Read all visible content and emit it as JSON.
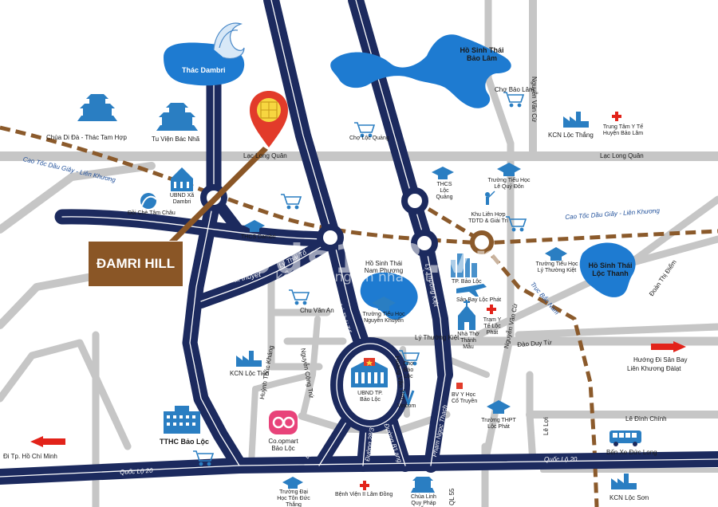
{
  "project": {
    "name": "ĐAMRI HILL"
  },
  "watermark": {
    "main": "bds123.vn",
    "sub": "kênh thông tin nhà đất"
  },
  "waterfall": {
    "name": "Thác Dambri"
  },
  "lakes": {
    "bao_lam": "Hồ Sinh Thái Bảo Lâm",
    "nam_phuong": "Hồ Sinh Thái Nam Phương",
    "loc_thanh": "Hồ Sinh Thái Lộc Thanh"
  },
  "roads": {
    "lac_long_quan_left": "Lạc Long Quân",
    "lac_long_quan_right": "Lạc Long Quân",
    "highway_left": "Cao Tốc Dầu Giây - Liên Khương",
    "highway_right": "Cao Tốc Dầu Giây - Liên Khương",
    "tan_da": "Tản Đà",
    "ton_that_thuyet": "Tôn Thất thuyết",
    "ly_thai_to": "Lý Thái Tổ",
    "ly_thai_to_2": "Lý Thái Tổ",
    "ly_thuong_kiet_v": "Lý Thường Kiệt",
    "ly_thuong_kiet_h": "Lý Thường Kiệt",
    "chu_van_an": "Chu Văn An",
    "nguyen_cong_tru": "Nguyễn Công Trứ",
    "hoang_van_thu": "Hoàng Văn Thụ",
    "huynh_thuc_khang": "Huỳnh Thúc Kháng",
    "ly_tu_trong": "Lý Tự Trọng",
    "duong_28_3": "Đường 28/3",
    "duong_blang": "Đường B'Lang",
    "pham_ngoc_thach": "Phạm Ngọc Thạch",
    "quoc_lo_20_left": "Quốc Lộ 20",
    "quoc_lo_20_right": "Quốc Lộ 20",
    "ql_55": "QL 55",
    "nguyen_van_cu_top": "Nguyễn Văn Cừ",
    "nguyen_van_cu_mid": "Nguyễn Văn Cừ",
    "truc_bac_nam": "Trục Bắc Nam",
    "dao_duy_tu": "Đào Duy Từ",
    "doan_thi_diem": "Đoàn Thị Điểm",
    "le_dinh_chinh": "Lê Đình Chính",
    "le_loi": "Lê Lợi"
  },
  "places": {
    "chua_di_da": "Chùa Di Đà - Thác Tam Hợp",
    "tu_vien": "Tu Viện Bác Nhã",
    "ubnd_dambri": "UBND Xã Dambri",
    "doi_che": "Đồi Chè Tâm Châu",
    "thcs_dambri": "THCS Dambri",
    "cho_loc_quang": "Chợ Lộc Quảng",
    "thcs_loc_quang": "THCS Lộc Quảng",
    "tieu_hoc_le_quy_don": "Trường Tiểu Học Lê Quý Đôn",
    "khu_lien_hop": "Khu Liên Hợp TDTD & Giải Trí",
    "cho_bao_lam": "Chợ Bảo Lâm",
    "kcn_loc_thang": "KCN Lộc Thắng",
    "trung_tam_yte": "Trung Tâm Y Tế Huyện Bảo Lâm",
    "tp_bao_loc": "TP. Bảo Lộc",
    "san_bay": "Sân Bay Lộc Phát",
    "tram_yte": "Trạm Y Tế Lộc Phát",
    "nha_tho": "Nhà Thờ Thánh Mẫu",
    "tieu_hoc_ly_thuong_kiet": "Trường Tiểu Học Lý Thường Kiệt",
    "tieu_hoc_nguyen_khuyen": "Trường Tiểu Học Nguyễn Khuyến",
    "kcn_loc_tien": "KCN Lộc Tiến",
    "cho_bao_loc": "Chợ Bảo Lộc",
    "ubnd_bao_loc": "UBND TP. Bảo Lộc",
    "vincom": "Vincom",
    "bv_yhoc": "BV Y Học Cổ Truyền",
    "thpt_loc_phat": "Trường THPT Lộc Phát",
    "tthc_bao_loc": "TTHC Bảo Lộc",
    "coopmart": "Co.opmart Bảo Lộc",
    "dh_ton_duc_thang": "Trường Đại Học Tôn Đức Thắng",
    "benh_vien": "Bệnh Viện II Lâm Đồng",
    "chua_linh_quy": "Chùa Linh Quy Pháp Ấn",
    "ben_xe": "Bến Xe Đức Long",
    "kcn_loc_son": "KCN Lộc Sơn"
  },
  "directions": {
    "hcm": "Đi Tp. Hồ Chí Minh",
    "airport_line1": "Hướng Đi Sân Bay",
    "airport_line2": "Liên Khương Đàlạt"
  },
  "colors": {
    "road_primary": "#1c2a5e",
    "road_secondary": "#c6c6c6",
    "water": "#1e7bd1",
    "highway": "#8b5a2b",
    "pin": "#e23b2a",
    "hill_box": "#8a5626",
    "arrow": "#e2231a",
    "accent_blue": "#1f4f9a"
  },
  "icons": [
    "school-icon",
    "cart-icon",
    "factory-icon",
    "hospital-cross-icon",
    "pagoda-icon",
    "bus-icon",
    "location-pin-icon",
    "arrow-left-icon",
    "arrow-right-icon"
  ]
}
